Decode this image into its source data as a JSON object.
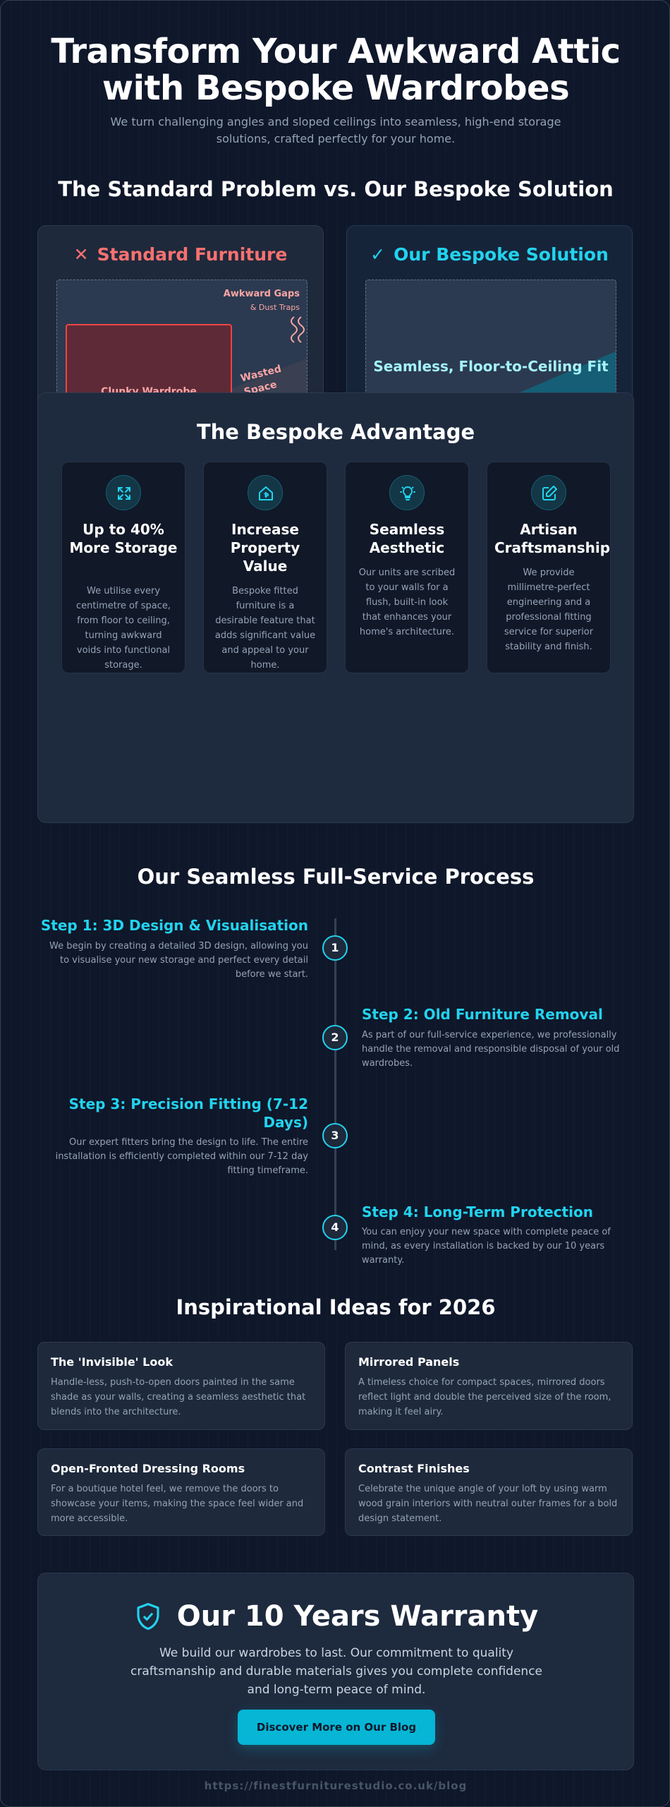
{
  "hero": {
    "title_line1": "Transform Your Awkward Attic",
    "title_line2": "with Bespoke Wardrobes",
    "subtitle": "We turn challenging angles and sloped ceilings into seamless, high-end storage solutions, crafted perfectly for your home."
  },
  "comparison": {
    "title": "The Standard Problem vs. Our Bespoke Solution",
    "standard": {
      "heading": "Standard Furniture",
      "icon": "x-icon",
      "gaps_label": "Awkward Gaps",
      "gaps_sub": "& Dust Traps",
      "wardrobe_label": "Clunky Wardrobe",
      "wasted_label": "Wasted Space"
    },
    "bespoke": {
      "heading": "Our Bespoke Solution",
      "icon": "check-icon",
      "fit_label": "Seamless, Floor-to-Ceiling Fit"
    }
  },
  "advantage": {
    "title": "The Bespoke Advantage",
    "items": [
      {
        "icon": "expand-icon",
        "name": "Up to 40% More Storage",
        "desc": "We utilise every centimetre of space, from floor to ceiling, turning awkward voids into functional storage."
      },
      {
        "icon": "home-value-icon",
        "name": "Increase Property Value",
        "desc": "Bespoke fitted furniture is a desirable feature that adds significant value and appeal to your home."
      },
      {
        "icon": "lightbulb-icon",
        "name": "Seamless Aesthetic",
        "desc": "Our units are scribed to your walls for a flush, built-in look that enhances your home's architecture."
      },
      {
        "icon": "edit-icon",
        "name": "Artisan Craftsmanship",
        "desc": "We provide millimetre-perfect engineering and a professional fitting service for superior stability and finish."
      }
    ]
  },
  "process": {
    "title": "Our Seamless Full-Service Process",
    "steps": [
      {
        "num": "1",
        "title": "Step 1: 3D Design & Visualisation",
        "desc": "We begin by creating a detailed 3D design, allowing you to visualise your new storage and perfect every detail before we start."
      },
      {
        "num": "2",
        "title": "Step 2: Old Furniture Removal",
        "desc": "As part of our full-service experience, we professionally handle the removal and responsible disposal of your old wardrobes."
      },
      {
        "num": "3",
        "title": "Step 3: Precision Fitting (7-12 Days)",
        "desc": "Our expert fitters bring the design to life. The entire installation is efficiently completed within our 7-12 day fitting timeframe."
      },
      {
        "num": "4",
        "title": "Step 4: Long-Term Protection",
        "desc": "You can enjoy your new space with complete peace of mind, as every installation is backed by our 10 years warranty."
      }
    ]
  },
  "ideas": {
    "title": "Inspirational Ideas for 2026",
    "items": [
      {
        "title": "The 'Invisible' Look",
        "desc": "Handle-less, push-to-open doors painted in the same shade as your walls, creating a seamless aesthetic that blends into the architecture."
      },
      {
        "title": "Mirrored Panels",
        "desc": "A timeless choice for compact spaces, mirrored doors reflect light and double the perceived size of the room, making it feel airy."
      },
      {
        "title": "Open-Fronted Dressing Rooms",
        "desc": "For a boutique hotel feel, we remove the doors to showcase your items, making the space feel wider and more accessible."
      },
      {
        "title": "Contrast Finishes",
        "desc": "Celebrate the unique angle of your loft by using warm wood grain interiors with neutral outer frames for a bold design statement."
      }
    ]
  },
  "warranty": {
    "icon": "shield-check-icon",
    "title": "Our 10 Years Warranty",
    "text": "We build our wardrobes to last. Our commitment to quality craftsmanship and durable materials gives you complete confidence and long-term peace of mind.",
    "cta": "Discover More on Our Blog"
  },
  "footer": {
    "url": "https://finestfurniturestudio.co.uk/blog"
  },
  "colors": {
    "background": "#0f172a",
    "accent": "#22d3ee",
    "problem": "#f87171",
    "cta": "#06b6d4"
  }
}
